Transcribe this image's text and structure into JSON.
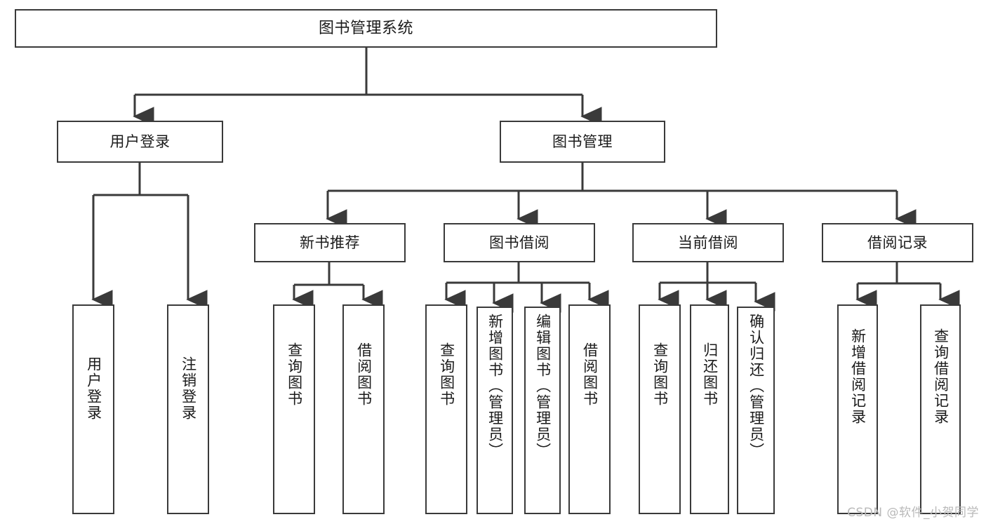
{
  "diagram": {
    "title": "图书管理系统",
    "type": "hierarchy-tree",
    "orientation": "top-down",
    "levels": 3,
    "colors": {
      "box_border": "#3a3a3a",
      "box_fill": "#ffffff",
      "connector": "#3a3a3a",
      "text": "#1b1b1b",
      "watermark": "#b9b9b9",
      "background": "#ffffff"
    }
  },
  "root": {
    "label": "图书管理系统"
  },
  "level2": [
    {
      "label": "用户登录"
    },
    {
      "label": "图书管理"
    }
  ],
  "level3": [
    {
      "label": "新书推荐"
    },
    {
      "label": "图书借阅"
    },
    {
      "label": "当前借阅"
    },
    {
      "label": "借阅记录"
    }
  ],
  "leaves": {
    "user_login": [
      {
        "label": "用户登录"
      },
      {
        "label": "注销登录"
      }
    ],
    "new_book_recommend": [
      {
        "label": "查询图书"
      },
      {
        "label": "借阅图书"
      }
    ],
    "book_borrow": [
      {
        "label": "查询图书"
      },
      {
        "label": "新增图书（管理员）"
      },
      {
        "label": "编辑图书（管理员）"
      },
      {
        "label": "借阅图书"
      }
    ],
    "current_borrow": [
      {
        "label": "查询图书"
      },
      {
        "label": "归还图书"
      },
      {
        "label": "确认归还（管理员）"
      }
    ],
    "borrow_record": [
      {
        "label": "新增借阅记录"
      },
      {
        "label": "查询借阅记录"
      }
    ]
  },
  "watermark": {
    "text": "CSDN @软件_小贺同学"
  }
}
